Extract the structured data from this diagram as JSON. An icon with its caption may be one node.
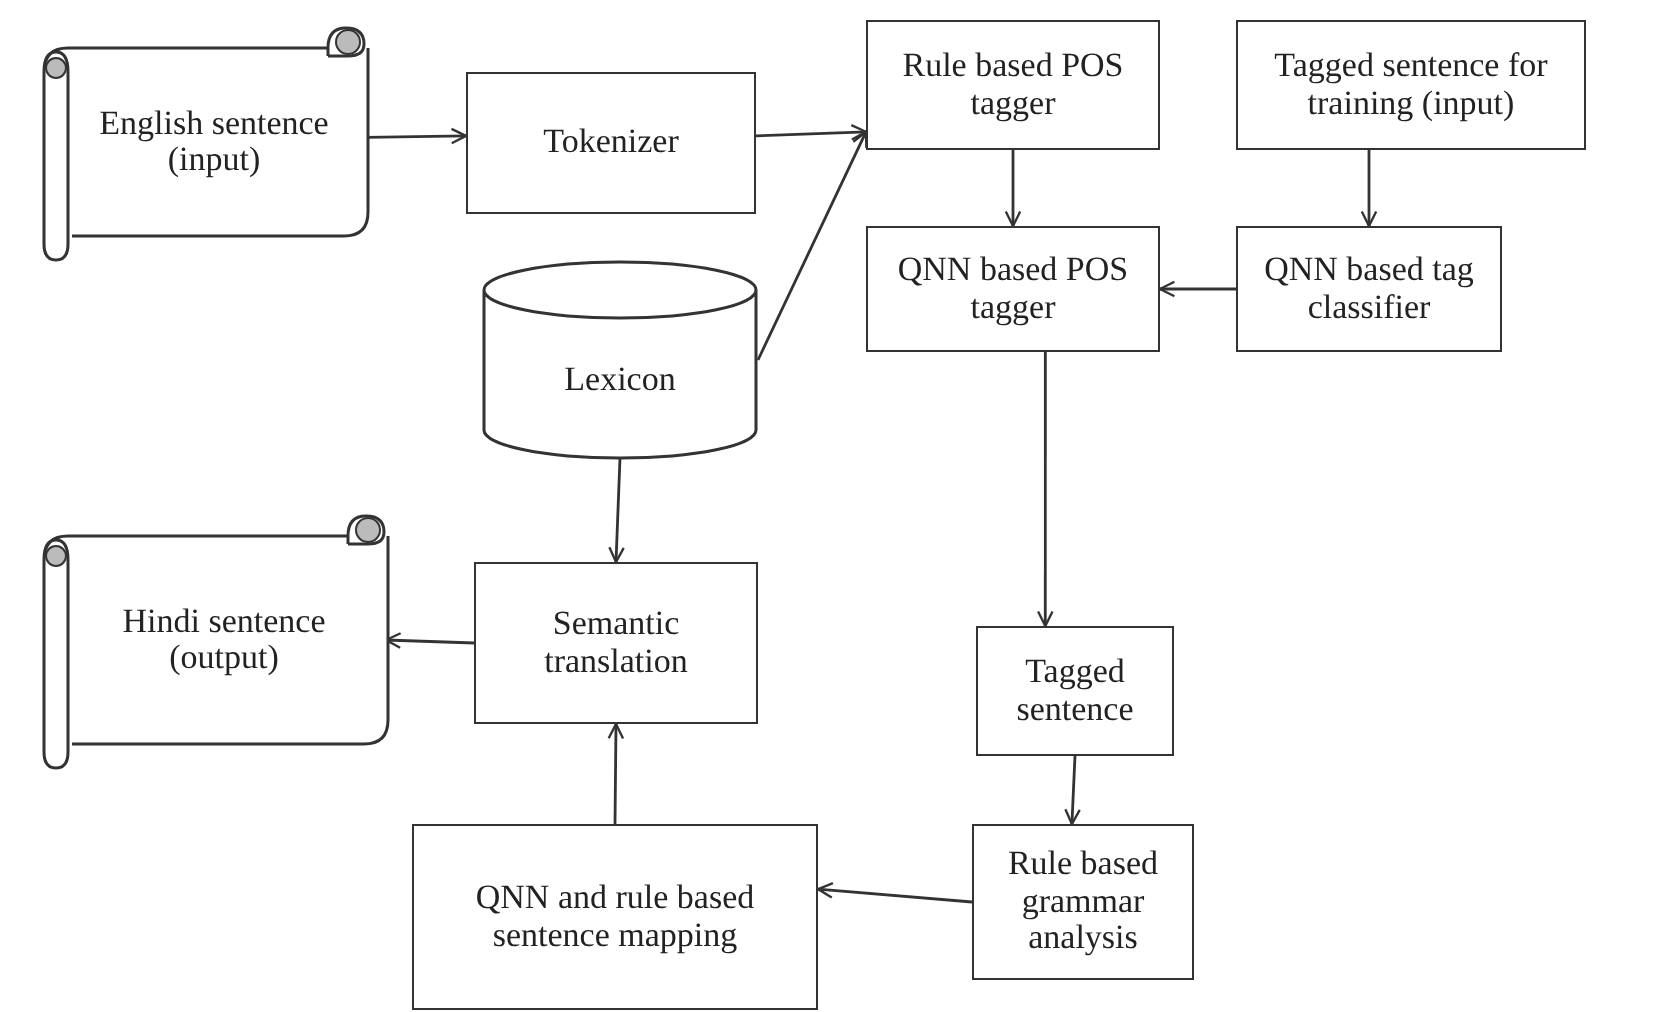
{
  "diagram": {
    "nodes": [
      {
        "text": [
          "English sentence (input)"
        ]
      },
      {
        "text": [
          "Tokenizer"
        ]
      },
      {
        "text": [
          "Rule based POS tagger"
        ]
      },
      {
        "text": [
          "Tagged sentence for training (input)"
        ]
      },
      {
        "text": [
          "Lexicon"
        ]
      },
      {
        "text": [
          "QNN based POS tagger"
        ]
      },
      {
        "text": [
          "QNN based tag classifier"
        ]
      },
      {
        "text": [
          "Hindi sentence (output)"
        ]
      },
      {
        "text": [
          "Semantic translation"
        ]
      },
      {
        "text": [
          "Tagged sentence"
        ]
      },
      {
        "text": [
          "QNN and rule based sentence mapping"
        ]
      },
      {
        "text": [
          "Rule based grammar analysis"
        ]
      }
    ],
    "edges": [
      {
        "from": 0,
        "to": 1,
        "arrow": "to"
      },
      {
        "from": 1,
        "to": 2,
        "arrow": "to"
      },
      {
        "from": 4,
        "to": 2,
        "arrow": "to"
      },
      {
        "from": 2,
        "to": 5,
        "arrow": "to"
      },
      {
        "from": 3,
        "to": 6,
        "arrow": "to"
      },
      {
        "from": 6,
        "to": 5,
        "arrow": "to"
      },
      {
        "from": 4,
        "to": 8,
        "arrow": "to"
      },
      {
        "from": 5,
        "to": 9,
        "arrow": "to"
      },
      {
        "from": 9,
        "to": 11,
        "arrow": "to"
      },
      {
        "from": 11,
        "to": 10,
        "arrow": "to"
      },
      {
        "from": 10,
        "to": 8,
        "arrow": "to"
      },
      {
        "from": 8,
        "to": 7,
        "arrow": "to"
      }
    ]
  }
}
